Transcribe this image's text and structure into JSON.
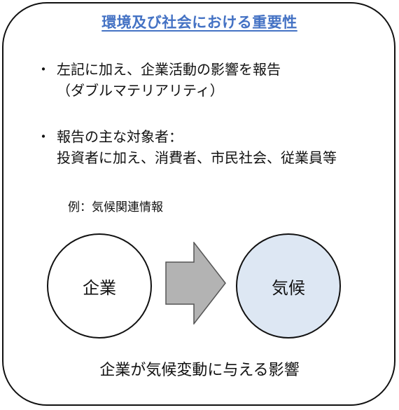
{
  "title": "環境及び社会における重要性",
  "bullets": [
    {
      "marker": "・",
      "lines": [
        "左記に加え、企業活動の影響を報告",
        "（ダブルマテリアリティ）"
      ]
    },
    {
      "marker": "・",
      "lines": [
        "報告の主な対象者：",
        "投資者に加え、消費者、市民社会、従業員等"
      ]
    }
  ],
  "example_label": "例：気候関連情報",
  "diagram": {
    "source_label": "企業",
    "target_label": "気候",
    "caption": "企業が気候変動に与える影響"
  },
  "colors": {
    "title": "#4472c4",
    "target_fill": "#dde7f3",
    "arrow_fill": "#b3b3b3",
    "arrow_stroke": "#555555"
  }
}
